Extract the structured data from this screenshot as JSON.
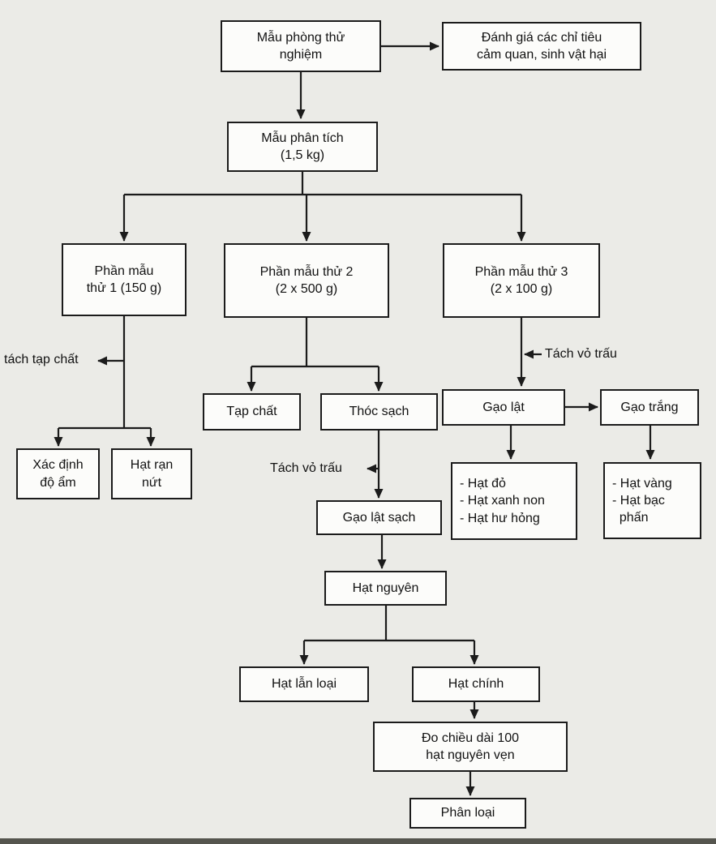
{
  "nodes": {
    "lab_sample": "Mẫu phòng thử\nnghiệm",
    "sensory_evaluation": "Đánh giá các chỉ tiêu\ncảm quan, sinh vật hại",
    "analysis_sample": "Mẫu phân tích\n(1,5 kg)",
    "portion1": "Phần mẫu\nthử 1 (150 g)",
    "portion2": "Phần mẫu thử 2\n(2 x 500 g)",
    "portion3": "Phần mẫu thử 3\n(2 x 100 g)",
    "impurities": "Tạp chất",
    "clean_paddy": "Thóc sạch",
    "moisture_determination": "Xác định\nđộ ẩm",
    "cracked_kernels": "Hạt rạn\nnứt",
    "brown_rice": "Gạo lật",
    "white_rice": "Gạo trắng",
    "brown_rice_defects": "- Hạt đỏ\n- Hạt xanh non\n- Hạt hư hỏng",
    "white_rice_defects": "- Hạt vàng\n- Hạt bạc\n  phấn",
    "clean_brown_rice": "Gạo lật sạch",
    "whole_kernels": "Hạt nguyên",
    "mixed_kernels": "Hạt lẫn loại",
    "main_kernels": "Hạt chính",
    "measure_length": "Đo chiều dài 100\nhạt nguyên vẹn",
    "classification": "Phân loại"
  },
  "edge_labels": {
    "remove_impurities": "tách tạp chất",
    "dehusk_middle": "Tách vỏ trấu",
    "dehusk_right": "Tách vỏ trấu"
  }
}
